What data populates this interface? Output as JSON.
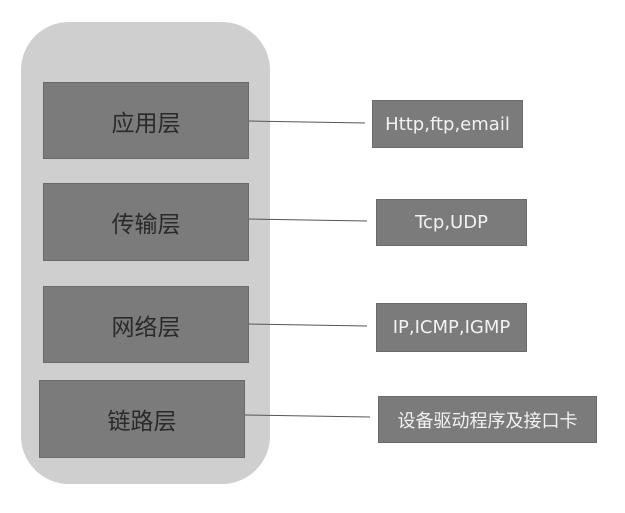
{
  "layers": [
    {
      "label": "应用层",
      "protocols": "Http,ftp,email"
    },
    {
      "label": "传输层",
      "protocols": "Tcp,UDP"
    },
    {
      "label": "网络层",
      "protocols": "IP,ICMP,IGMP"
    },
    {
      "label": "链路层",
      "protocols": "设备驱动程序及接口卡"
    }
  ],
  "colors": {
    "container": "#cfcfcf",
    "box": "#7b7b7b",
    "line": "#555555"
  }
}
